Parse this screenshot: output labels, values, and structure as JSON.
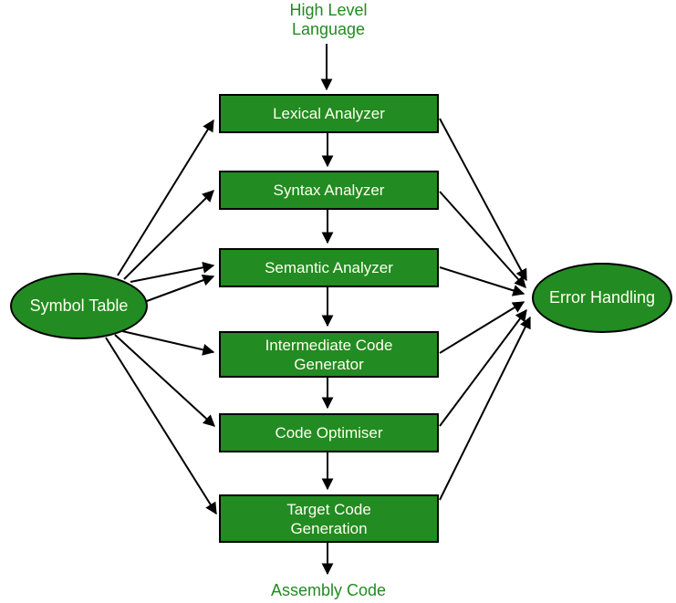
{
  "diagram": {
    "input_label": "High Level\nLanguage",
    "output_label": "Assembly Code",
    "phases": [
      {
        "id": "lexical",
        "label": "Lexical Analyzer"
      },
      {
        "id": "syntax",
        "label": "Syntax Analyzer"
      },
      {
        "id": "semantic",
        "label": "Semantic Analyzer"
      },
      {
        "id": "icg",
        "label": "Intermediate Code\nGenerator"
      },
      {
        "id": "optimiser",
        "label": "Code Optimiser"
      },
      {
        "id": "target",
        "label": "Target Code\nGeneration"
      }
    ],
    "symbol_table_label": "Symbol Table",
    "error_handling_label": "Error Handling"
  },
  "colors": {
    "node_fill": "#228B22",
    "node_border": "#000000",
    "node_text": "#FFFFF0",
    "caption_text": "#228B22",
    "arrow": "#000000",
    "background": "#FFFFFF"
  }
}
